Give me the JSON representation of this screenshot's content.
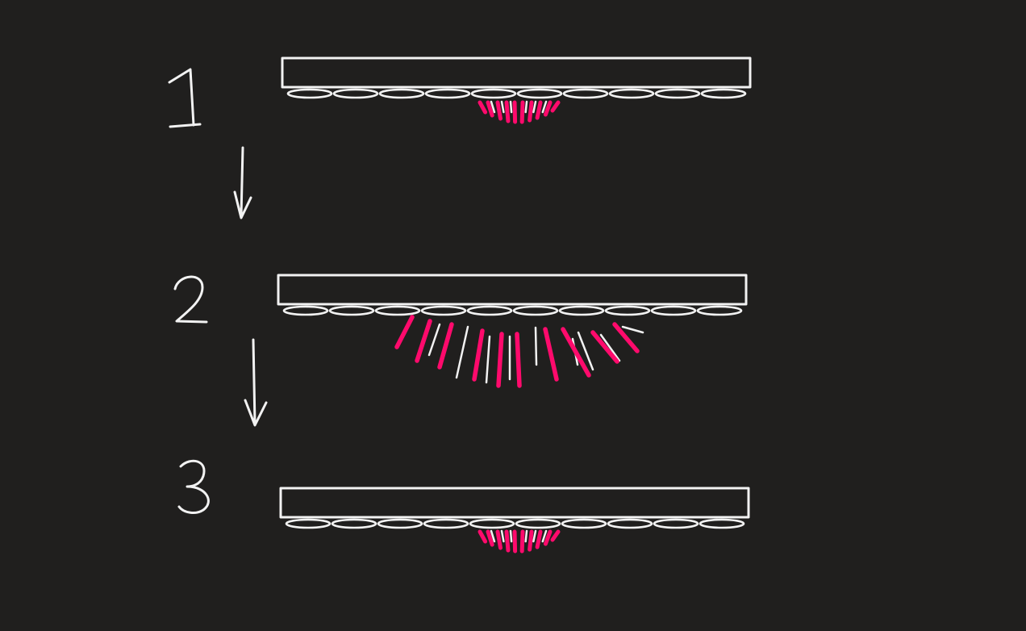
{
  "colors": {
    "background": "#201f1e",
    "ink": "#f2f2f2",
    "accent": "#ff0a6c"
  },
  "steps": [
    {
      "label": "1",
      "spread": "small"
    },
    {
      "label": "2",
      "spread": "large"
    },
    {
      "label": "3",
      "spread": "small"
    }
  ],
  "icons": [
    "down-arrow-icon",
    "down-arrow-icon"
  ]
}
